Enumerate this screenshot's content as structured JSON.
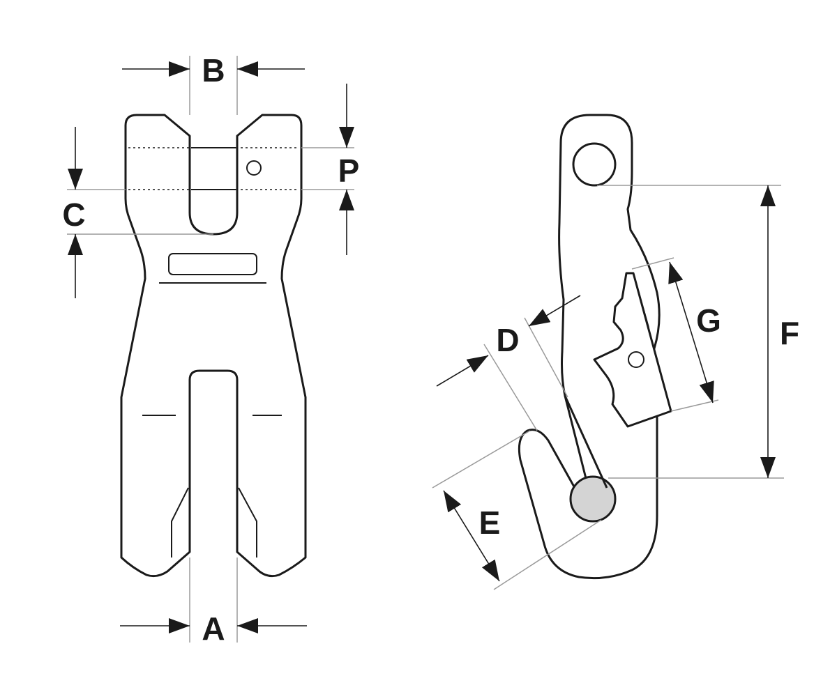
{
  "labels": {
    "a": "A",
    "b": "B",
    "c": "C",
    "p": "P",
    "d": "D",
    "e": "E",
    "f": "F",
    "g": "G"
  },
  "colors": {
    "line": "#1a1a1a",
    "extension_line": "#9a9a9a",
    "load_pin_fill": "#d4d4d4",
    "background": "#ffffff"
  }
}
